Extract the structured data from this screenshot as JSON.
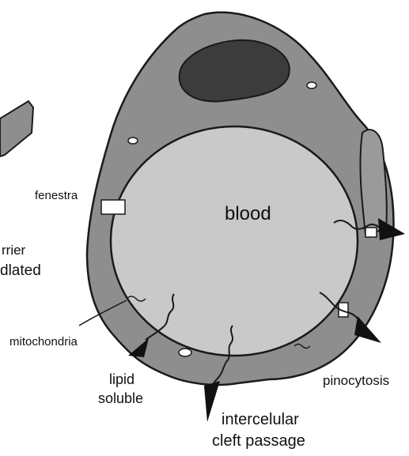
{
  "labels": {
    "blood": "blood",
    "fenestra": "fenestra",
    "barrier_partial": "rrier",
    "mediated_partial": "dlated",
    "mitochondria": "mitochondria",
    "lipid": "lipid",
    "soluble": "soluble",
    "intercellular": "intercelular",
    "cleft_passage": "cleft passage",
    "pinocytosis": "pinocytosis"
  },
  "colors": {
    "endothelium": "#8e8e8e",
    "blood": "#c9c9c9",
    "nucleus": "#3c3c3c",
    "outline": "#1a1a1a",
    "label": "#111111"
  }
}
